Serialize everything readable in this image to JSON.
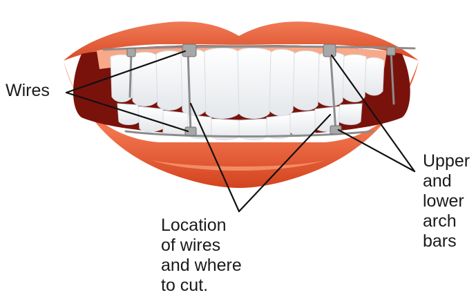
{
  "labels": {
    "wires": "Wires",
    "location": "Location\nof wires\nand where\nto cut.",
    "arch_bars": "Upper\nand\nlower\narch\nbars"
  },
  "colors": {
    "lip_outer": "#cc3f1c",
    "lip_upper": "#ec6642",
    "lip_lower": "#f06a45",
    "lip_highlight": "#f68a63",
    "mouth_dark": "#7a120c",
    "gum": "#f7a98a",
    "tooth": "#ffffff",
    "tooth_shade": "#e3e6ea",
    "wire": "#8c8c8c",
    "bracket": "#a7a7a7",
    "leader_line": "#111111",
    "text": "#1a1a1a"
  },
  "icons": {
    "illustration": "smiling-mouth-with-jaw-wiring-illustration"
  }
}
